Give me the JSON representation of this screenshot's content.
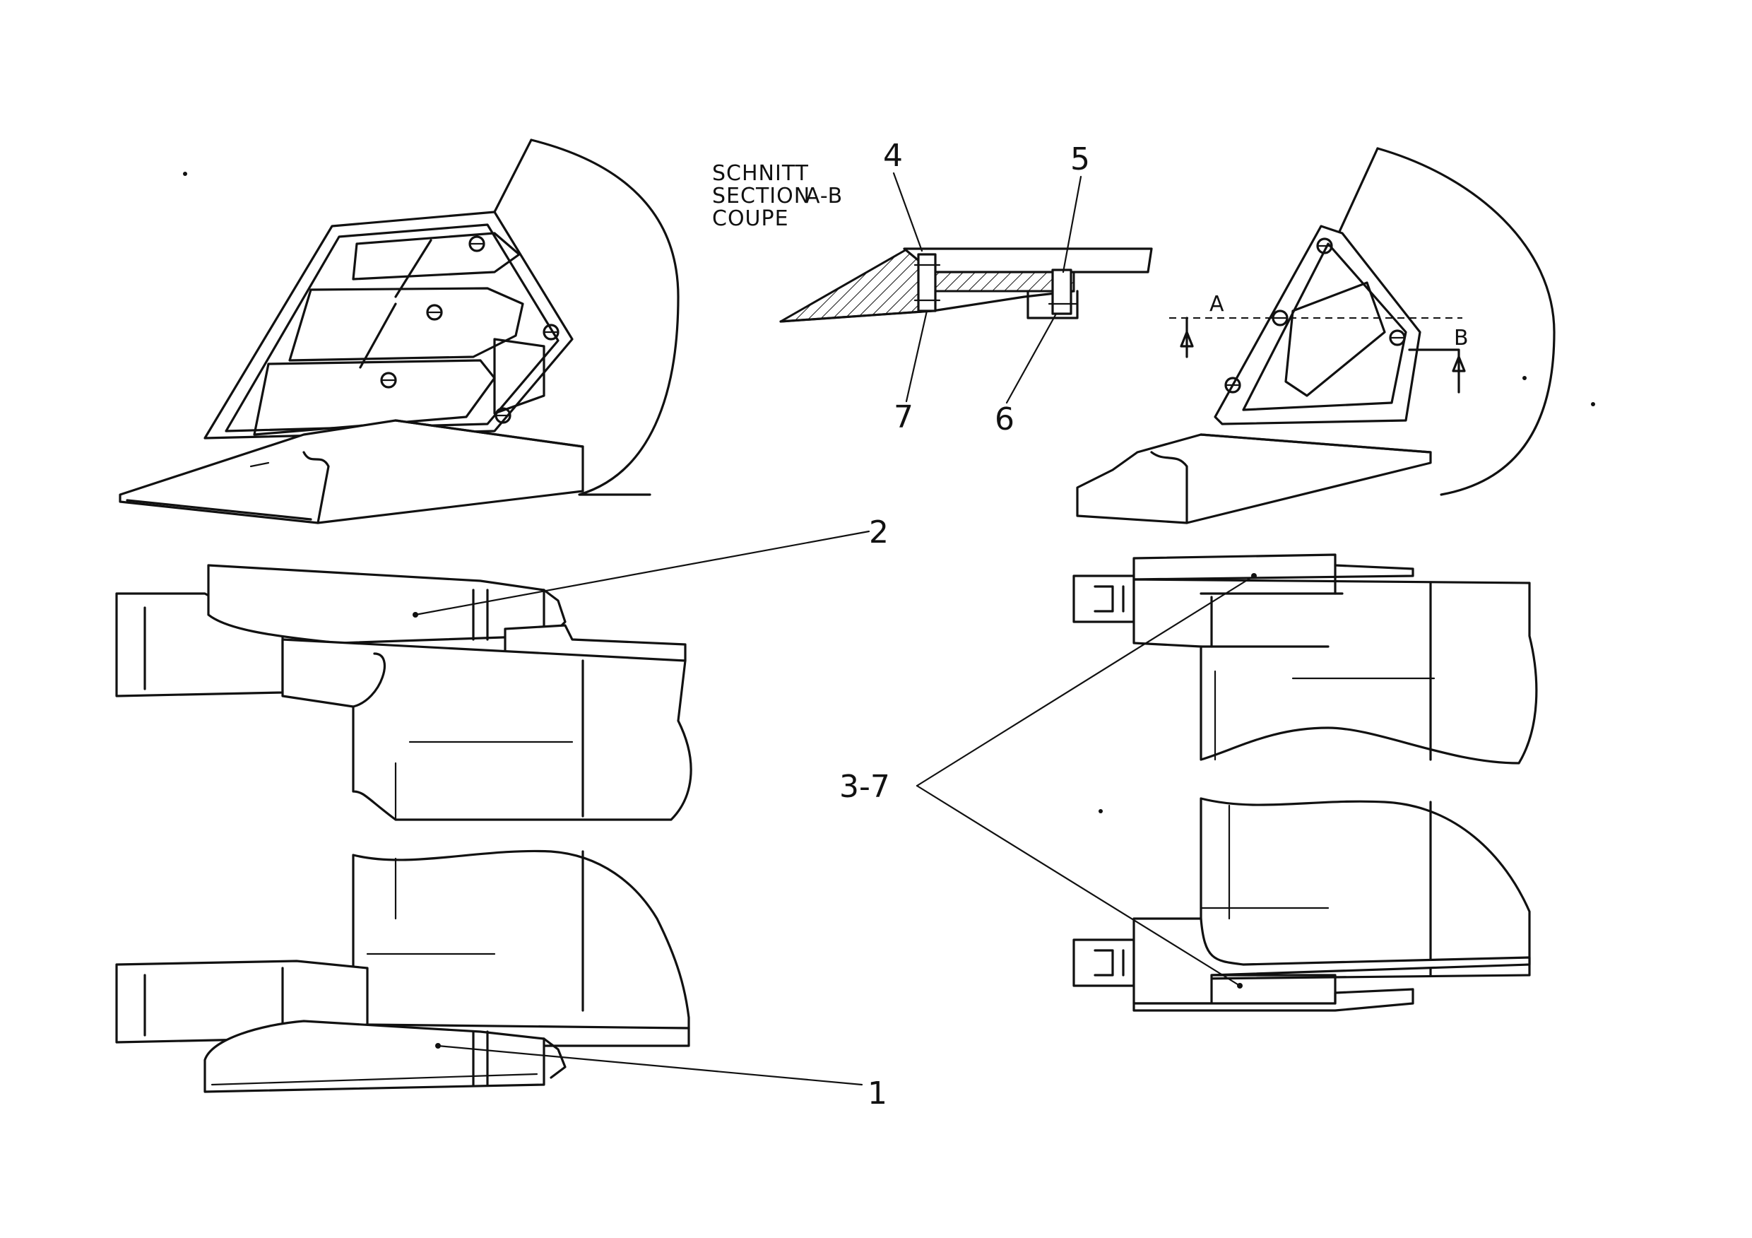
{
  "section_caption": {
    "line1": "SCHNITT",
    "line2": "SECTION",
    "line3": "COUPE",
    "section_id": "A-B"
  },
  "callouts": {
    "c1": "1",
    "c2": "2",
    "c37": "3-7",
    "c4": "4",
    "c5": "5",
    "c6": "6",
    "c7": "7"
  },
  "section_marks": {
    "a": "A",
    "b": "B"
  }
}
